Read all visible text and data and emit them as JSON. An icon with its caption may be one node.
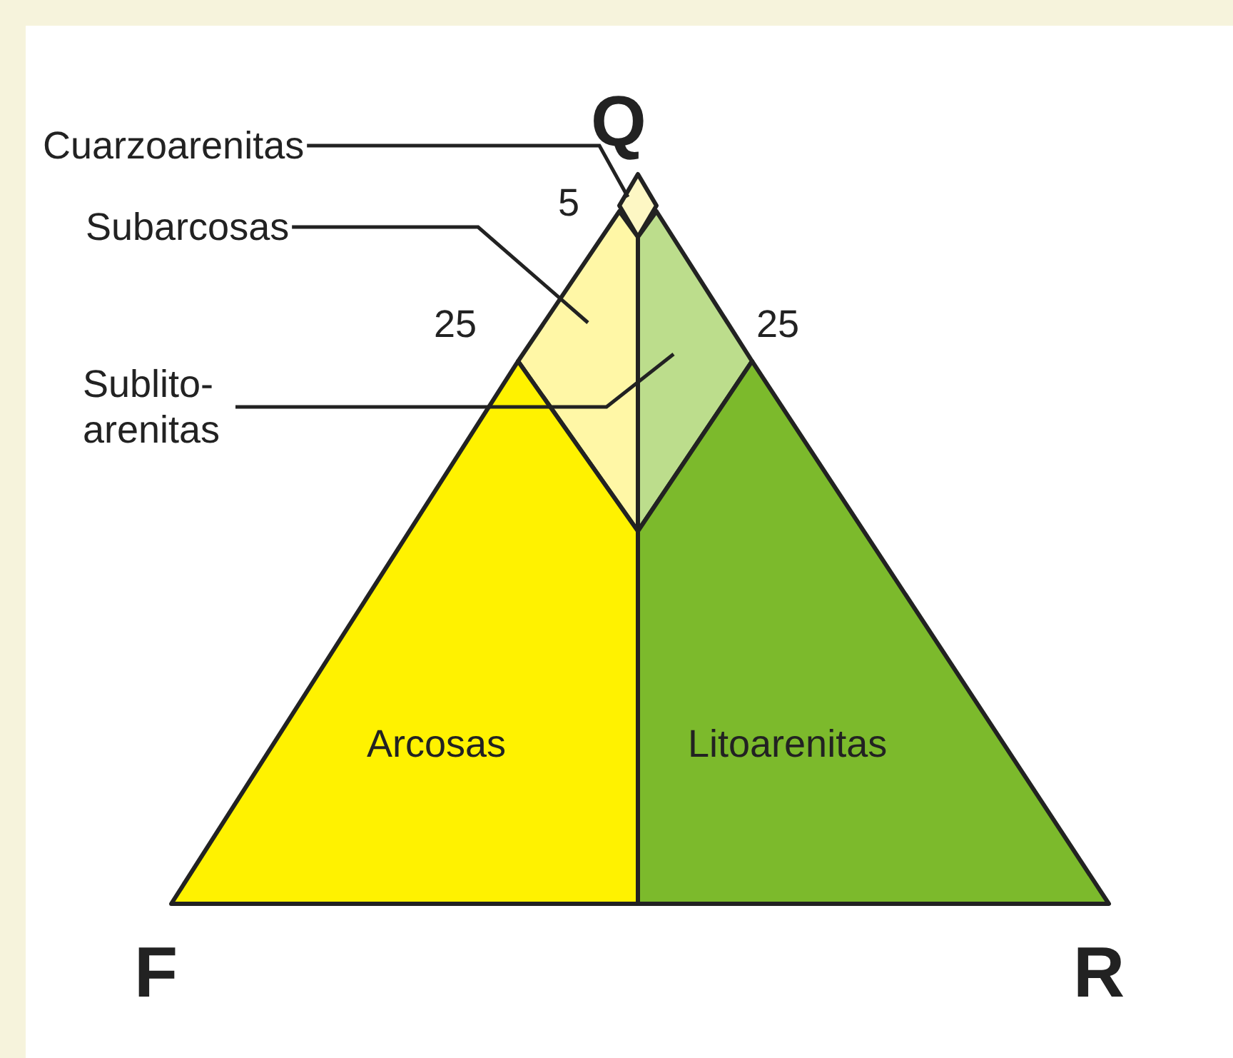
{
  "diagram": {
    "nodes": [
      {
        "text": [
          "Cuarzoarenitas"
        ]
      },
      {
        "text": [
          "Subarcosas"
        ]
      },
      {
        "text": [
          "Sublito- arenitas"
        ]
      },
      {
        "text": [],
        "shape": "diamond"
      },
      {
        "text": [],
        "shape": "polygon"
      },
      {
        "text": [],
        "shape": "polygon"
      },
      {
        "text": [
          "Arcosas"
        ]
      },
      {
        "text": [
          "Litoarenitas"
        ]
      }
    ],
    "edges": [
      {
        "from": 0,
        "to": 3,
        "arrow": "none"
      },
      {
        "from": 1,
        "to": 4,
        "arrow": "none"
      },
      {
        "from": 2,
        "to": 5,
        "arrow": "none"
      }
    ],
    "labels": [
      "Q",
      "5",
      "25",
      "25",
      "F",
      "R"
    ]
  }
}
